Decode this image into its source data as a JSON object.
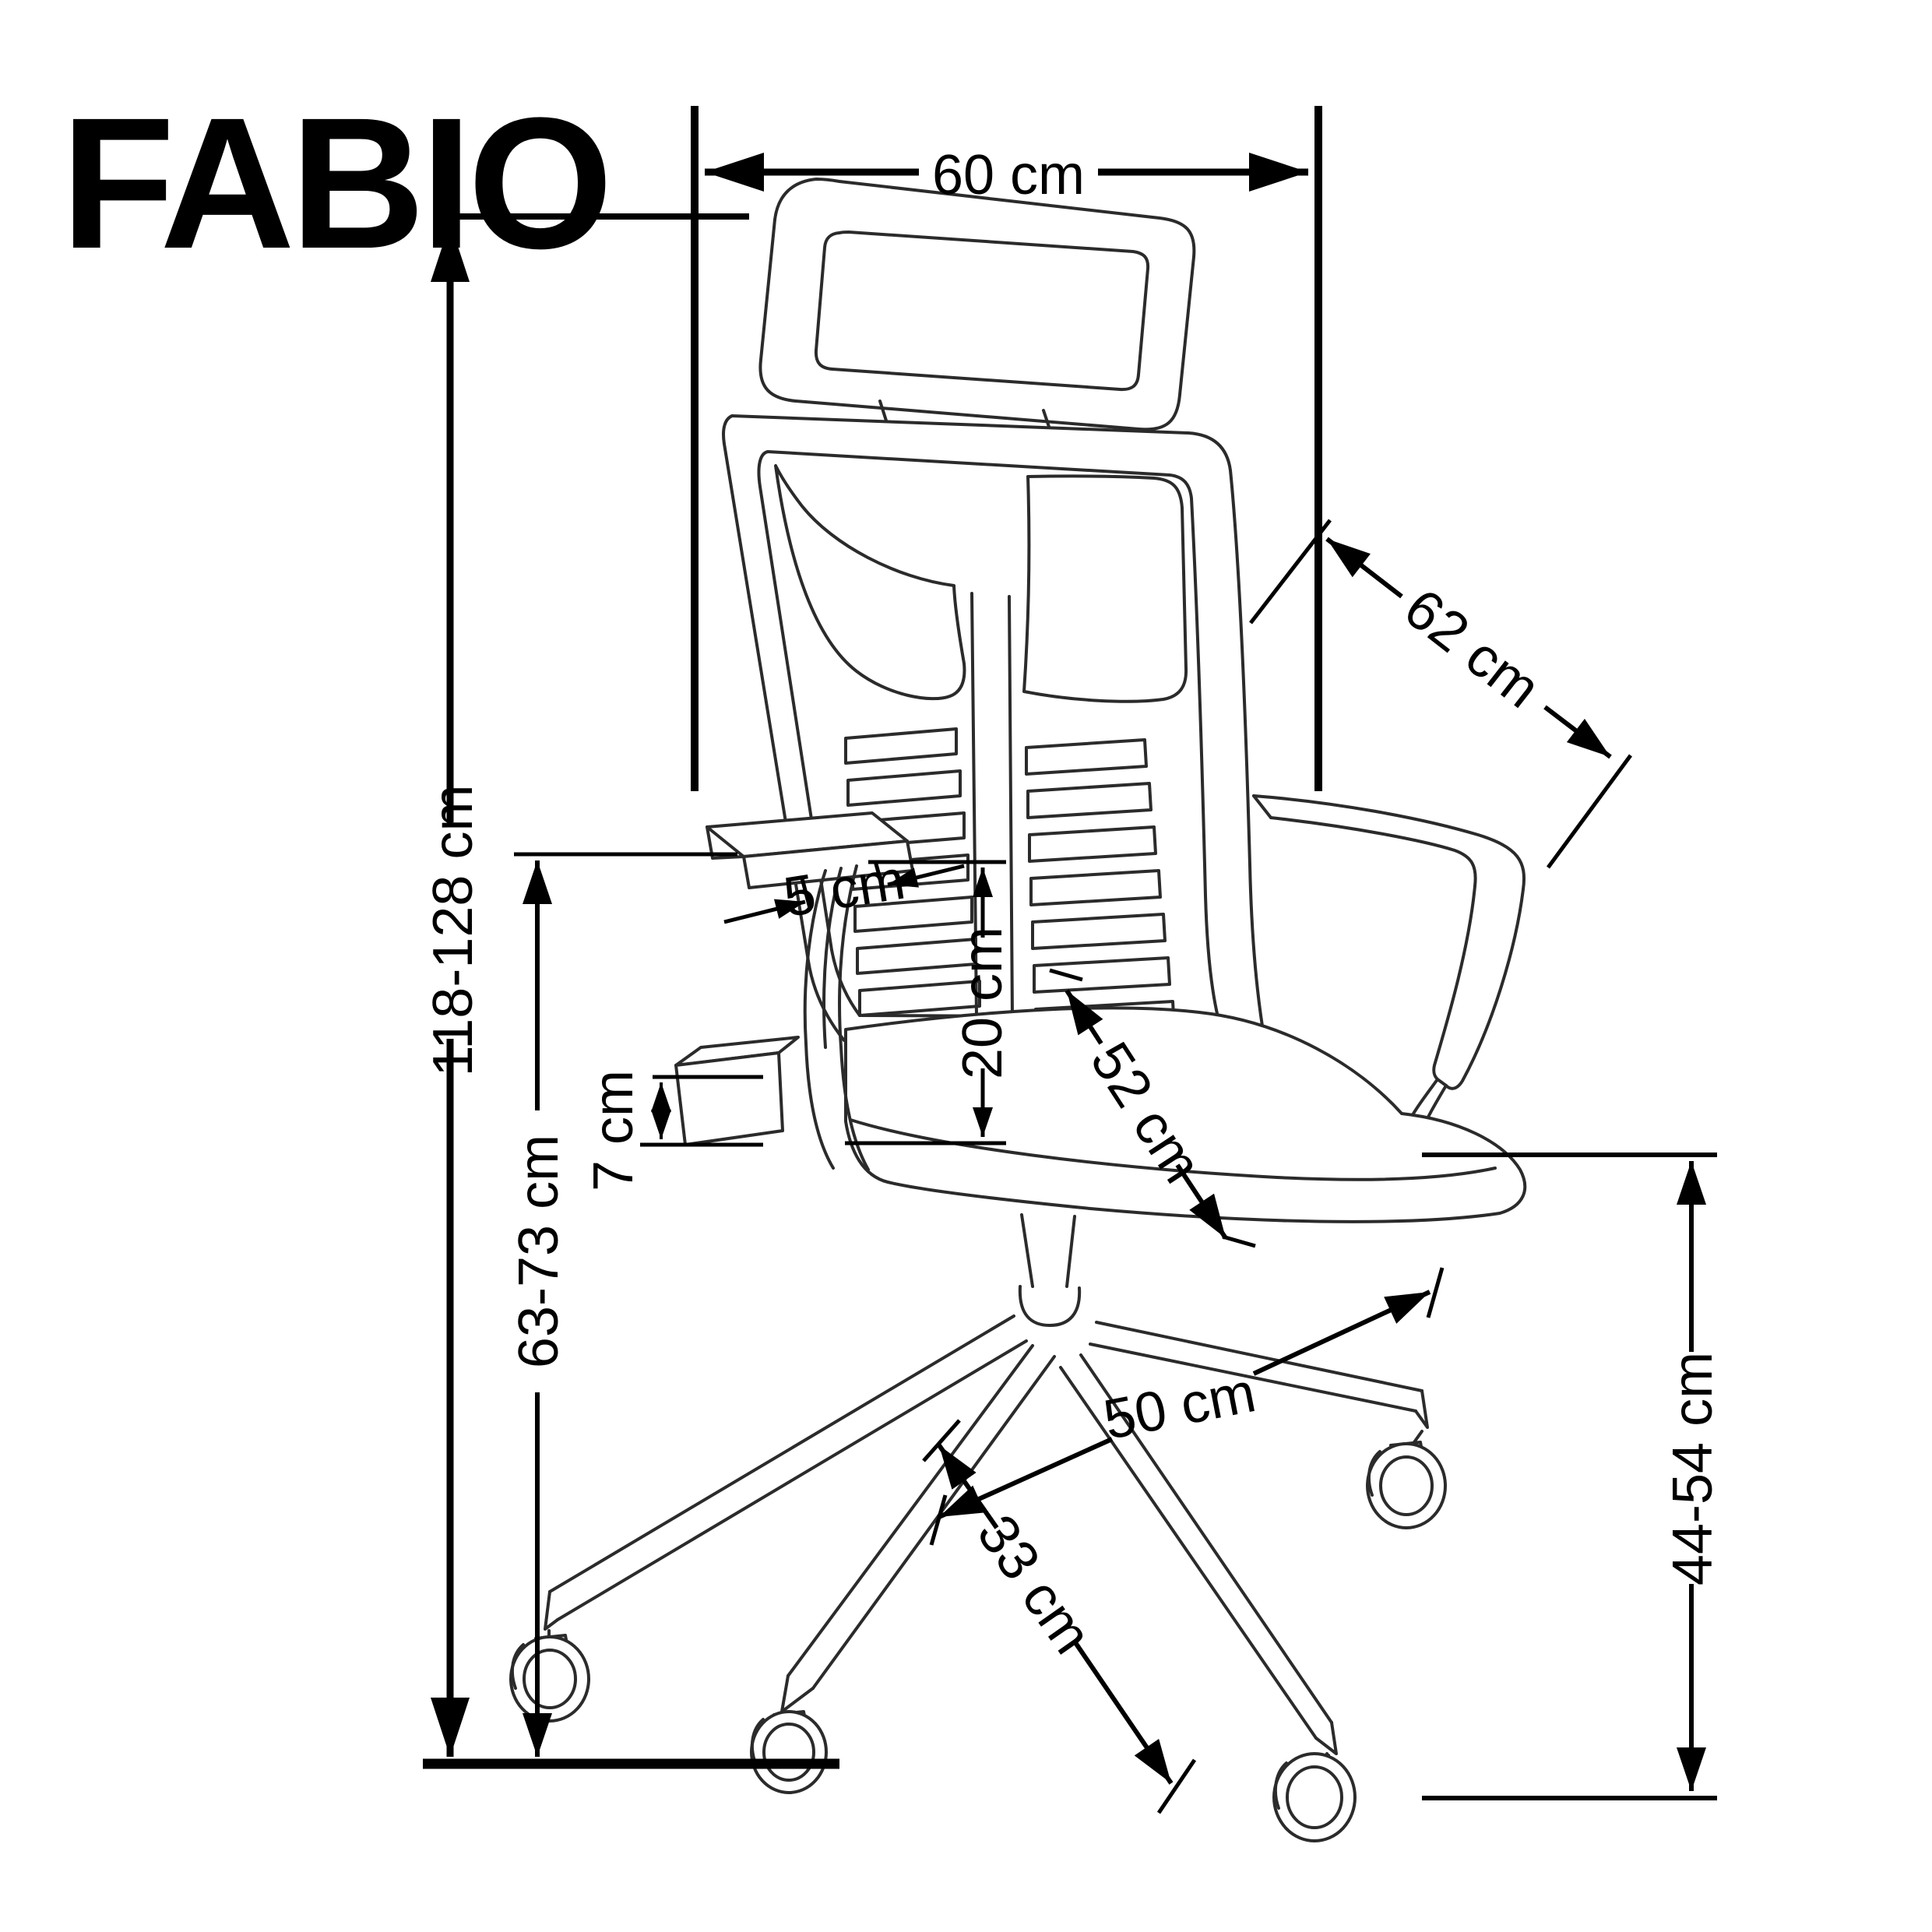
{
  "title": {
    "text": "FABIO"
  },
  "drawing": {
    "subject": "office swivel chair with headrest, mesh backrest, armrests and five-star caster base, technical side view"
  },
  "dimensions": {
    "top_width": {
      "label": "60 cm",
      "orientation": "horizontal-top"
    },
    "overall_height": {
      "label": "118-128 cm",
      "orientation": "vertical-left"
    },
    "armrest_height": {
      "label": "63-73 cm",
      "orientation": "vertical-left-inner"
    },
    "armrest_width": {
      "label": "5 cm",
      "orientation": "leader-pair-armrest"
    },
    "backrest_to_seat": {
      "label": "20 cm",
      "orientation": "vertical-center"
    },
    "armrest_pad": {
      "label": "7 cm",
      "orientation": "vertical-small-left"
    },
    "backrest_diagonal": {
      "label": "52 cm",
      "orientation": "diagonal-seat-depth"
    },
    "seat_depth": {
      "label": "50 cm",
      "orientation": "diagonal-seat-width"
    },
    "backrest_width": {
      "label": "62 cm",
      "orientation": "diagonal-upper-right"
    },
    "base_leg": {
      "label": "33 cm",
      "orientation": "diagonal-base-leg"
    },
    "seat_height": {
      "label": "44-54 cm",
      "orientation": "vertical-right"
    }
  },
  "colors": {
    "ink": "#000000",
    "outline": "#2b2b2b",
    "background": "#ffffff"
  }
}
